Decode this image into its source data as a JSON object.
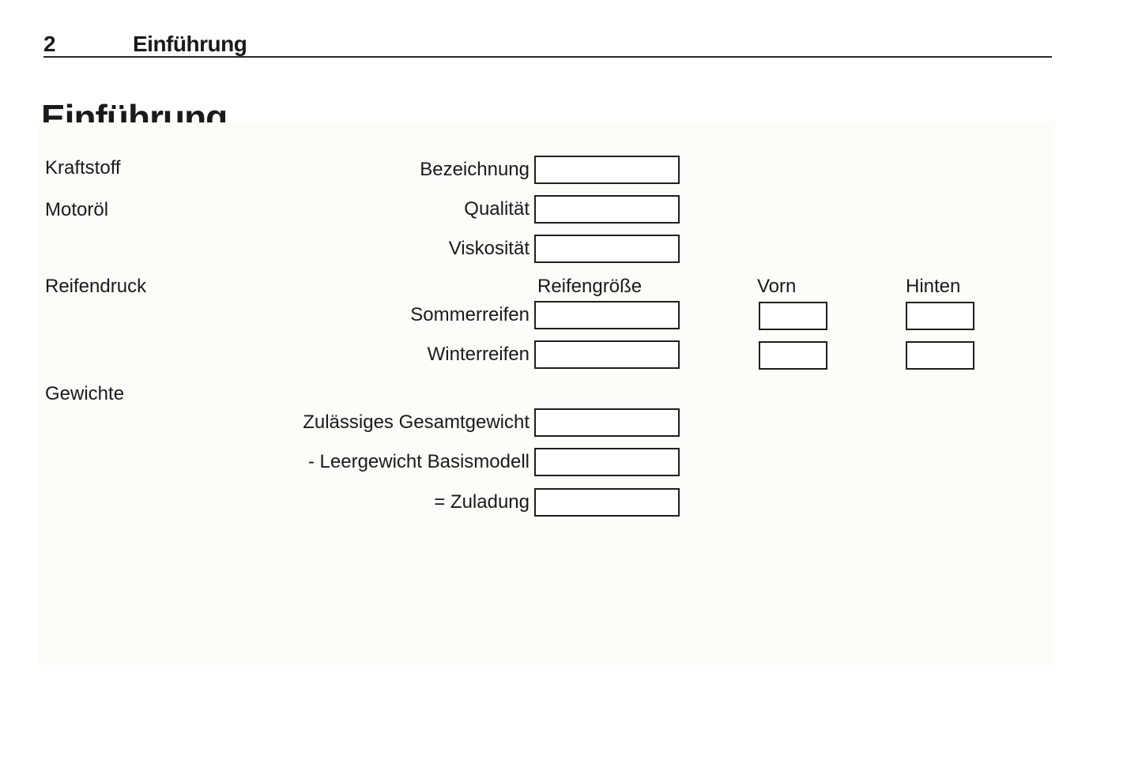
{
  "header": {
    "page_number": "2",
    "chapter_title": "Einführung"
  },
  "page_title": "Einführung",
  "form": {
    "sections": {
      "kraftstoff": {
        "label": "Kraftstoff"
      },
      "motoroel": {
        "label": "Motoröl"
      },
      "reifendruck": {
        "label": "Reifendruck"
      },
      "gewichte": {
        "label": "Gewichte"
      }
    },
    "columns": {
      "reifengroesse": "Reifengröße",
      "vorn": "Vorn",
      "hinten": "Hinten"
    },
    "fields": {
      "bezeichnung": {
        "label": "Bezeichnung",
        "value": ""
      },
      "qualitaet": {
        "label": "Qualität",
        "value": ""
      },
      "viskositaet": {
        "label": "Viskosität",
        "value": ""
      },
      "sommerreifen": {
        "label": "Sommerreifen",
        "groesse": "",
        "vorn": "",
        "hinten": ""
      },
      "winterreifen": {
        "label": "Winterreifen",
        "groesse": "",
        "vorn": "",
        "hinten": ""
      },
      "gesamtgewicht": {
        "label": "Zulässiges Gesamtgewicht",
        "value": ""
      },
      "leergewicht": {
        "label": "- Leergewicht Basismodell",
        "value": ""
      },
      "zuladung": {
        "label": "= Zuladung",
        "value": ""
      }
    }
  },
  "colors": {
    "text": "#1a1a1a",
    "panel_background": "#fdfcf9",
    "box_border": "#1f1f1f",
    "page_background": "#ffffff"
  }
}
